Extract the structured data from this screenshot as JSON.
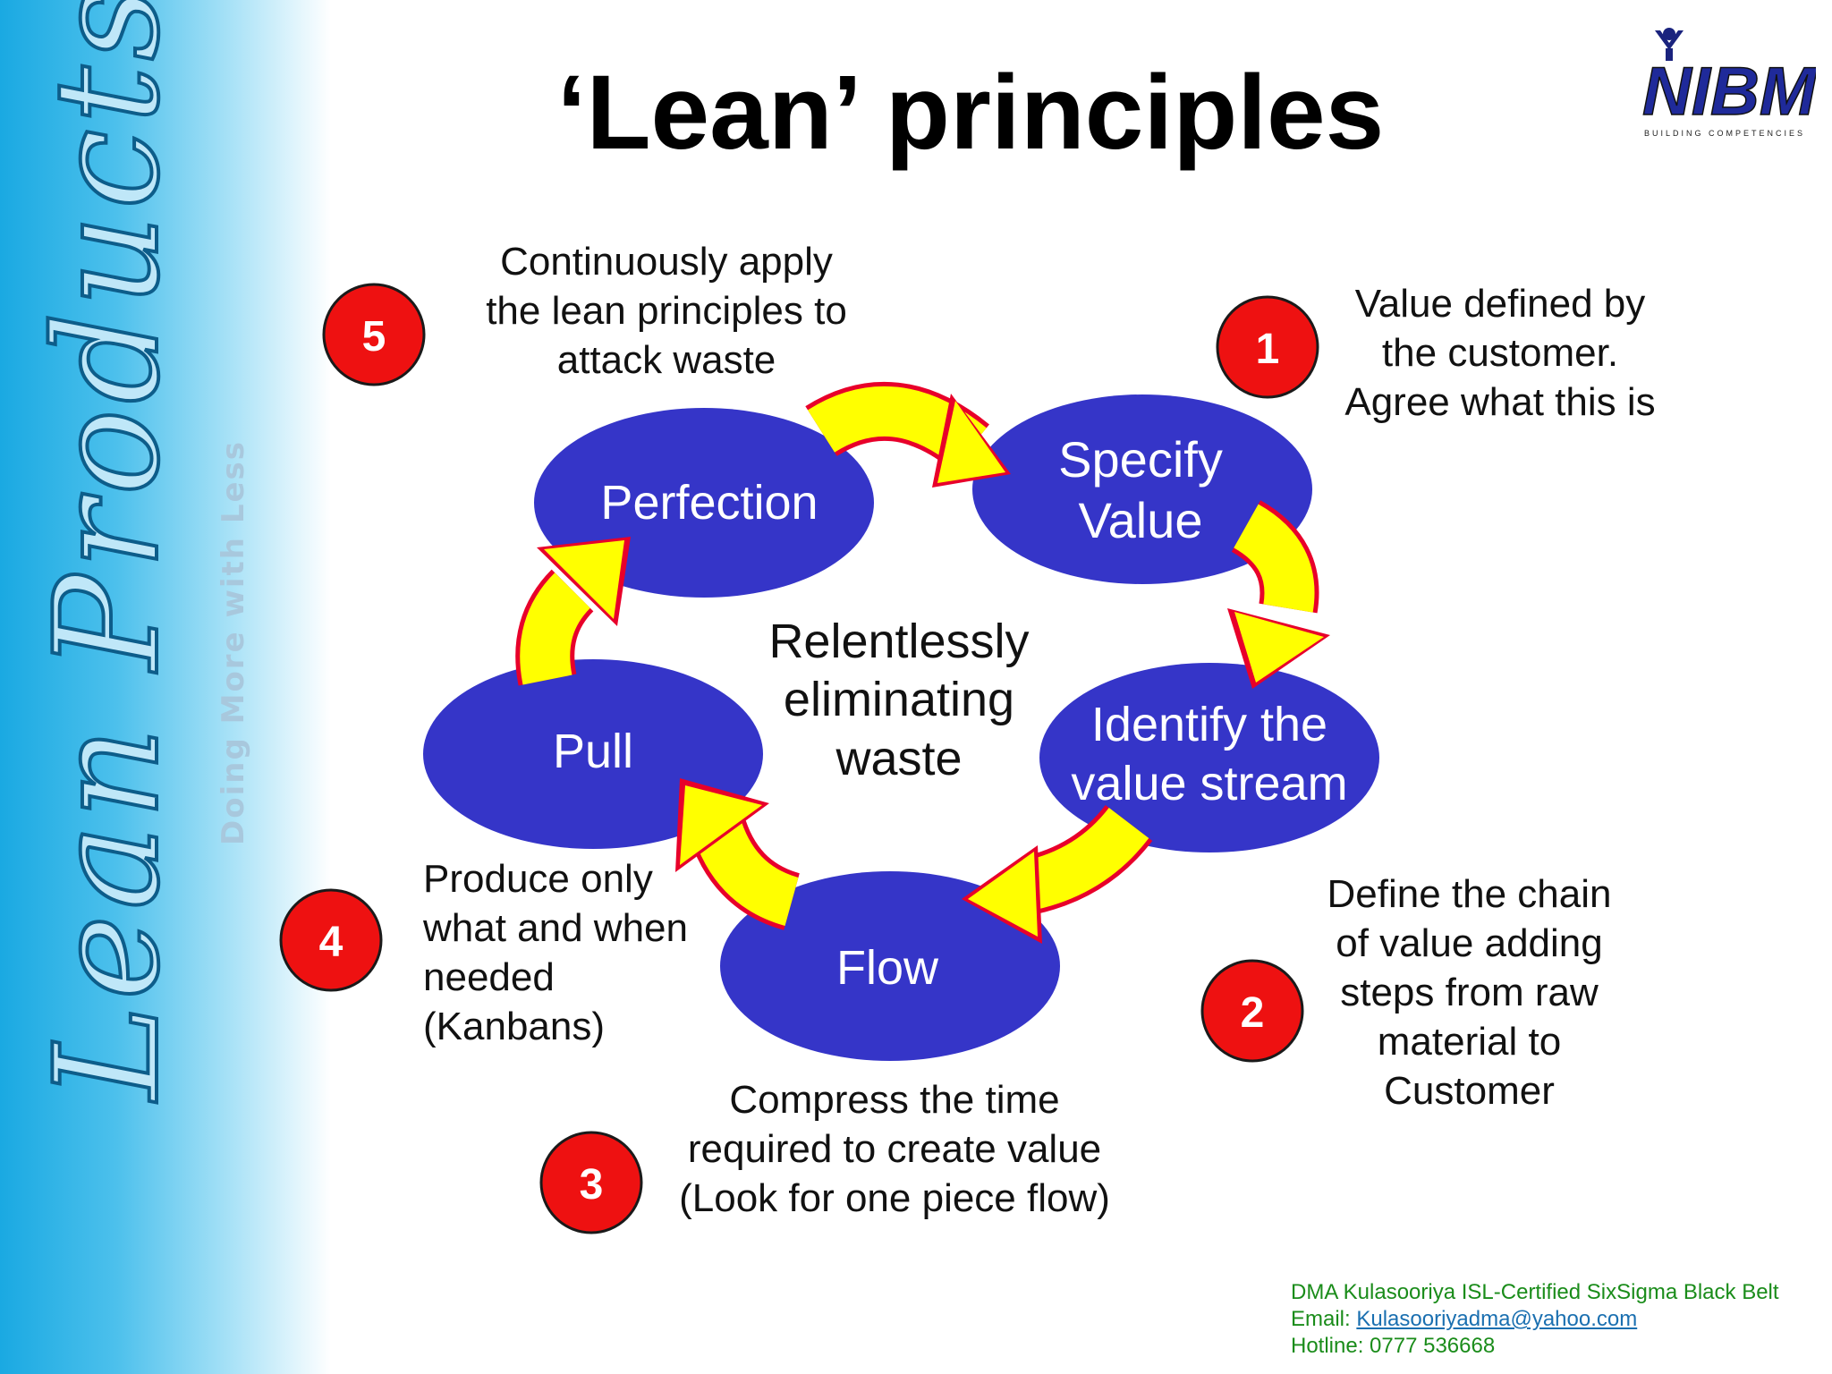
{
  "slide": {
    "title": "‘Lean’ principles",
    "side_band": {
      "script_text": "Lean Products",
      "tagline": "Doing More with Less"
    },
    "logo": {
      "name": "NIBM",
      "tagline": "BUILDING COMPETENCIES"
    }
  },
  "diagram": {
    "center_text": [
      "Relentlessly",
      "eliminating",
      "waste"
    ],
    "steps": [
      {
        "number": "1",
        "node": [
          "Specify",
          "Value"
        ],
        "note": [
          "Value defined by",
          "the customer.",
          "Agree what this is"
        ]
      },
      {
        "number": "2",
        "node": [
          "Identify the",
          "value stream"
        ],
        "note": [
          "Define the chain",
          "of value adding",
          "steps from raw",
          "material to",
          "Customer"
        ]
      },
      {
        "number": "3",
        "node": [
          "Flow"
        ],
        "note": [
          "Compress the time",
          "required to create value",
          "(Look for one piece flow)"
        ]
      },
      {
        "number": "4",
        "node": [
          "Pull"
        ],
        "note": [
          "Produce only",
          "what and when",
          "needed",
          "(Kanbans)"
        ]
      },
      {
        "number": "5",
        "node": [
          "Perfection"
        ],
        "note": [
          "Continuously apply",
          "the lean principles to",
          "attack waste"
        ]
      }
    ]
  },
  "footer": {
    "line1": "DMA Kulasooriya ISL-Certified SixSigma Black Belt",
    "email_label": "Email: ",
    "email": "Kulasooriyadma@yahoo.com",
    "hotline": "Hotline: 0777 536668"
  },
  "colors": {
    "node_fill": "#3535c8",
    "arrow_fill": "#ffff00",
    "arrow_edge": "#e8002a",
    "badge_fill": "#ee1111",
    "footer_text": "#1a8c1a"
  }
}
